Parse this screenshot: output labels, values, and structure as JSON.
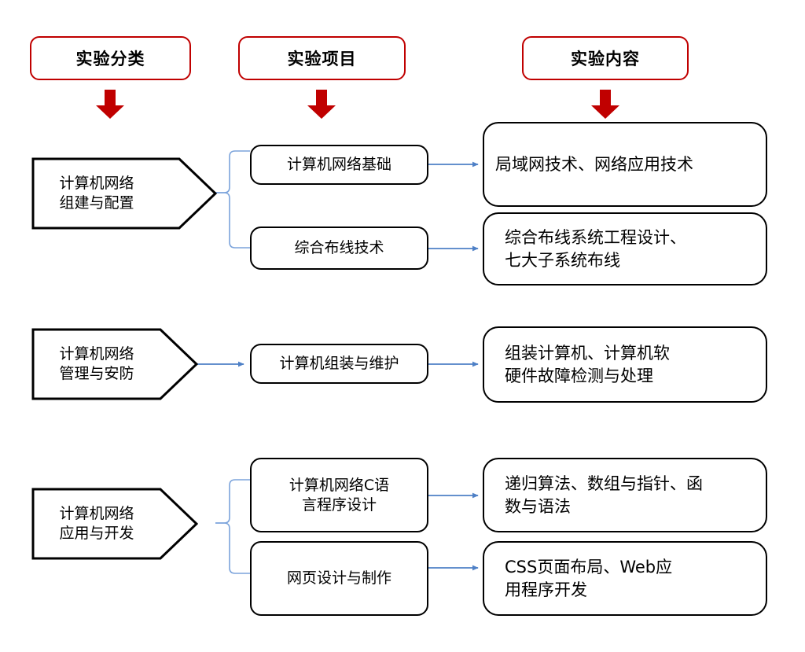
{
  "diagram": {
    "title_hidden": "",
    "colors": {
      "header_border": "#C00000",
      "arrow_red": "#C00000",
      "connector_blue": "#5B8FCF",
      "box_border": "#000000",
      "background": "#FFFFFF"
    },
    "headers": [
      {
        "label": "实验分类",
        "name": "header-experiment-category"
      },
      {
        "label": "实验项目",
        "name": "header-experiment-project"
      },
      {
        "label": "实验内容",
        "name": "header-experiment-content"
      }
    ],
    "arrows": {
      "down_arrow_icon": "red-down-arrow",
      "connector_icon": "blue-elbow-connector",
      "link_arrow_icon": "blue-right-arrow"
    },
    "rows": [
      {
        "category": "计算机网络\n组建与配置",
        "items": [
          {
            "project": "计算机网络基础",
            "content": "局域网技术、网络应用技术"
          },
          {
            "project": "综合布线技术",
            "content": "综合布线系统工程设计、\n七大子系统布线"
          }
        ]
      },
      {
        "category": "计算机网络\n管理与安防",
        "items": [
          {
            "project": "计算机组装与维护",
            "content": "组装计算机、计算机软\n硬件故障检测与处理"
          }
        ]
      },
      {
        "category": "计算机网络\n应用与开发",
        "items": [
          {
            "project": "计算机网络C语\n言程序设计",
            "content": "递归算法、数组与指针、函\n数与语法"
          },
          {
            "project": "网页设计与制作",
            "content": "CSS页面布局、Web应\n用程序开发"
          }
        ]
      }
    ]
  }
}
